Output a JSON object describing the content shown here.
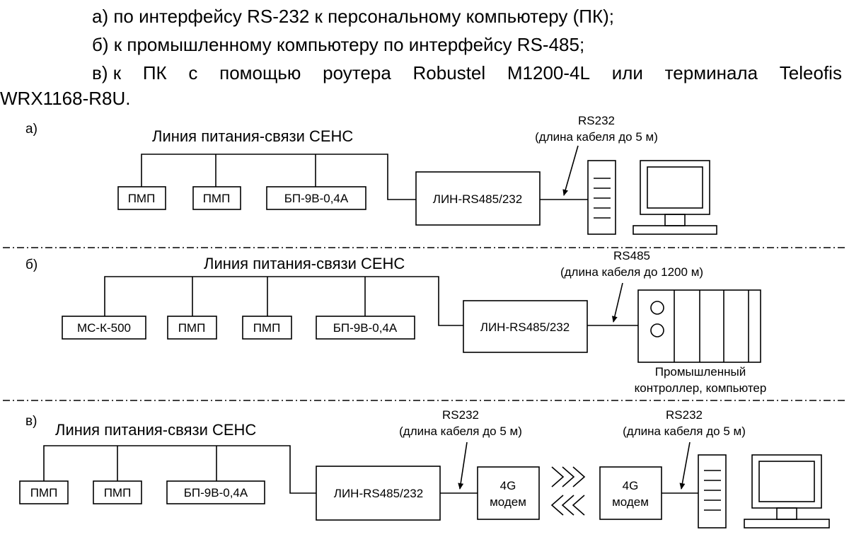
{
  "text": {
    "item_a": "а) по интерфейсу RS-232 к персональному компьютеру (ПК);",
    "item_b": "б) к промышленному компьютеру по интерфейсу RS-485;",
    "item_c_words": [
      "в) к",
      "ПК",
      "с",
      "помощью",
      "роутера",
      "Robustel",
      "M1200-4L",
      "или",
      "терминала",
      "Teleofis"
    ],
    "item_c_cont": "WRX1168-R8U."
  },
  "diagram": {
    "a": {
      "panel_label": "а)",
      "line_label": "Линия питания-связи СЕНС",
      "devices": [
        "ПМП",
        "ПМП",
        "БП-9В-0,4А"
      ],
      "converter": "ЛИН-RS485/232",
      "cable_title": "RS232",
      "cable_note": "(длина кабеля до 5 м)"
    },
    "b": {
      "panel_label": "б)",
      "line_label": "Линия питания-связи СЕНС",
      "devices": [
        "МС-К-500",
        "ПМП",
        "ПМП",
        "БП-9В-0,4А"
      ],
      "converter": "ЛИН-RS485/232",
      "cable_title": "RS485",
      "cable_note": "(длина кабеля до 1200 м)",
      "controller_caption_1": "Промышленный",
      "controller_caption_2": "контроллер, компьютер"
    },
    "c": {
      "panel_label": "в)",
      "line_label": "Линия питания-связи СЕНС",
      "devices": [
        "ПМП",
        "ПМП",
        "БП-9В-0,4А"
      ],
      "converter": "ЛИН-RS485/232",
      "modem_1": "4G",
      "modem_2": "модем",
      "cable1_title": "RS232",
      "cable1_note": "(длина кабеля до 5 м)",
      "cable2_title": "RS232",
      "cable2_note": "(длина кабеля до 5 м)"
    }
  }
}
